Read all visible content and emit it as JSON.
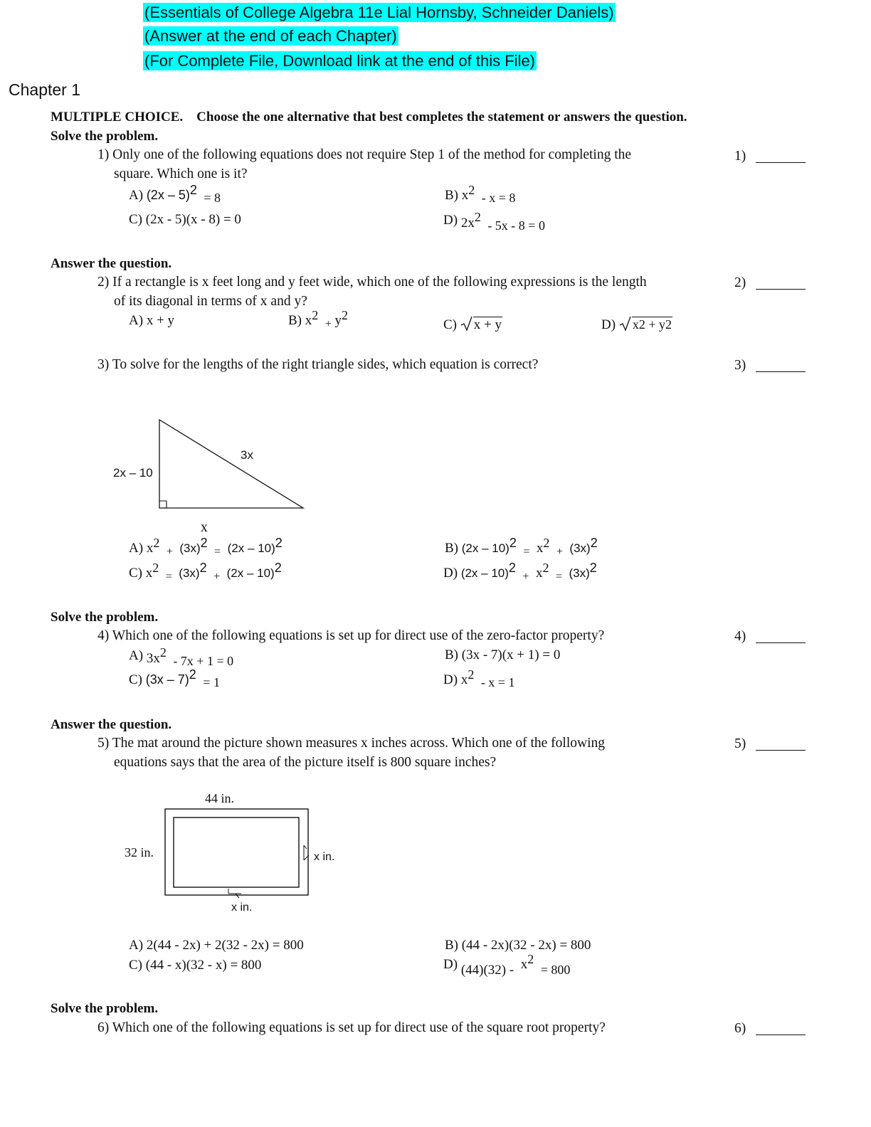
{
  "header": {
    "line1": "(Essentials of College Algebra 11e Lial Hornsby, Schneider Daniels)",
    "line2": "(Answer at the end of each Chapter)",
    "line3": "(For Complete File, Download link at the end of this File)"
  },
  "chapter_title": "Chapter 1",
  "instructions": {
    "mc_label": "MULTIPLE CHOICE.",
    "mc_text": "Choose the one alternative that best completes the statement or answers the question."
  },
  "sections": {
    "solve": "Solve the problem.",
    "answer": "Answer the question."
  },
  "q1": {
    "text1": "1) Only one of the following equations does not require Step 1 of the method for completing the",
    "text2": "square. Which one is it?",
    "num": "1)",
    "a_label": "A)",
    "a_base": "(2x – 5)",
    "a_exp": "2",
    "a_tail": "= 8",
    "b_label": "B)",
    "b_base": "x",
    "b_exp": "2",
    "b_tail": "- x = 8",
    "c_label": "C)",
    "c_text": "(2x - 5)(x - 8) = 0",
    "d_label": "D)",
    "d_base": "2x",
    "d_exp": "2",
    "d_tail": "- 5x - 8 = 0"
  },
  "q2": {
    "text1": "2) If a rectangle is x feet long and y feet wide, which one of the following expressions is the length",
    "text2": "of its diagonal in terms of x and y?",
    "num": "2)",
    "a_label": "A)",
    "a_text": "x + y",
    "b_label": "B)",
    "b_x": "x",
    "b_exp1": "2",
    "b_plus": "+",
    "b_y": "y",
    "b_exp2": "2",
    "c_label": "C)",
    "c_rad": "x + y",
    "d_label": "D)",
    "d_rad": "x2 + y2"
  },
  "q3": {
    "text": "3) To solve for the lengths of the right triangle sides, which equation is correct?",
    "num": "3)",
    "fig_hyp": "3x",
    "fig_side": "2x – 10",
    "fig_base": "x",
    "a_label": "A)",
    "a_t1": "x",
    "a_e1": "2",
    "a_op1": "+",
    "a_t2": "(3x)",
    "a_e2": "2",
    "a_op2": "=",
    "a_t3": "(2x – 10)",
    "a_e3": "2",
    "b_label": "B)",
    "b_t1": "(2x – 10)",
    "b_e1": "2",
    "b_op1": "=",
    "b_t2": "x",
    "b_e2": "2",
    "b_op2": "+",
    "b_t3": "(3x)",
    "b_e3": "2",
    "c_label": "C)",
    "c_t1": "x",
    "c_e1": "2",
    "c_op1": "=",
    "c_t2": "(3x)",
    "c_e2": "2",
    "c_op2": "+",
    "c_t3": "(2x – 10)",
    "c_e3": "2",
    "d_label": "D)",
    "d_t1": "(2x – 10)",
    "d_e1": "2",
    "d_op1": "+",
    "d_t2": "x",
    "d_e2": "2",
    "d_op2": "=",
    "d_t3": "(3x)",
    "d_e3": "2"
  },
  "q4": {
    "text": "4) Which one of the following equations is set up for direct use of the zero-factor property?",
    "num": "4)",
    "a_label": "A)",
    "a_base": "3x",
    "a_exp": "2",
    "a_tail": "- 7x + 1 = 0",
    "b_label": "B)",
    "b_text": "(3x - 7)(x + 1) = 0",
    "c_label": "C)",
    "c_base": "(3x – 7)",
    "c_exp": "2",
    "c_tail": "= 1",
    "d_label": "D)",
    "d_base": "x",
    "d_exp": "2",
    "d_tail": "- x = 1"
  },
  "q5": {
    "text1": "5) The mat around the picture shown measures x inches across. Which one of the following",
    "text2": "equations says that the area of the picture itself is 800 square inches?",
    "num": "5)",
    "fig_top": "44 in.",
    "fig_left": "32 in.",
    "fig_right": "x in.",
    "fig_bottom": "x in.",
    "a_label": "A)",
    "a_text": "2(44 - 2x) + 2(32 - 2x) = 800",
    "b_label": "B)",
    "b_text": "(44 - 2x)(32 - 2x) = 800",
    "c_label": "C)",
    "c_text": "(44 - x)(32 - x) = 800",
    "d_label": "D)",
    "d_pre": "(44)(32) -",
    "d_base": "x",
    "d_exp": "2",
    "d_tail": "= 800"
  },
  "q6": {
    "text": "6) Which one of the following equations is set up for direct use of the square root property?",
    "num": "6)"
  }
}
